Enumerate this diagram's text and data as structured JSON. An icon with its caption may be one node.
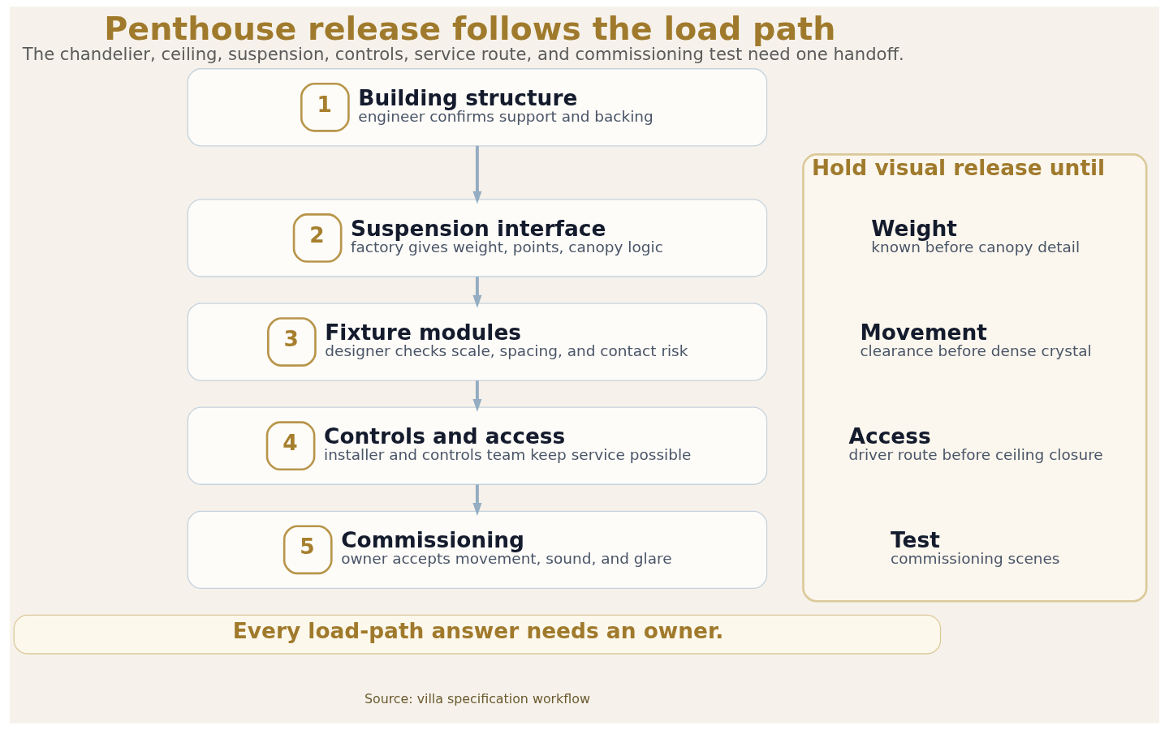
{
  "diagram": {
    "title": "Penthouse release follows the load path",
    "caption": "The chandelier, ceiling, suspension, controls, service route, and commissioning test need one handoff.",
    "nodes": [
      {
        "text": [
          "1",
          "Building structure",
          "engineer confirms support and backing"
        ]
      },
      {
        "text": [
          "2",
          "Suspension interface",
          "factory gives weight, points, canopy logic"
        ]
      },
      {
        "text": [
          "3",
          "Fixture modules",
          "designer checks scale, spacing, and contact risk"
        ]
      },
      {
        "text": [
          "4",
          "Controls and access",
          "installer and controls team keep service possible"
        ]
      },
      {
        "text": [
          "5",
          "Commissioning",
          "owner accepts movement, sound, and glare"
        ]
      },
      {
        "text": [
          "Hold visual release until"
        ]
      },
      {
        "text": [
          "Weight",
          "known before canopy detail"
        ],
        "in": 5
      },
      {
        "text": [
          "Movement",
          "clearance before dense crystal"
        ],
        "in": 5
      },
      {
        "text": [
          "Access",
          "driver route before ceiling closure"
        ],
        "in": 5
      },
      {
        "text": [
          "Test",
          "commissioning scenes"
        ],
        "in": 5
      },
      {
        "text": [
          "Every load-path answer needs an owner."
        ]
      }
    ],
    "edges": [
      {
        "from": 0,
        "to": 1,
        "arrow": "to"
      },
      {
        "from": 1,
        "to": 2,
        "arrow": "to"
      },
      {
        "from": 2,
        "to": 3,
        "arrow": "to"
      },
      {
        "from": 3,
        "to": 4,
        "arrow": "to"
      }
    ],
    "labels": [
      "Source: villa specification workflow"
    ]
  }
}
